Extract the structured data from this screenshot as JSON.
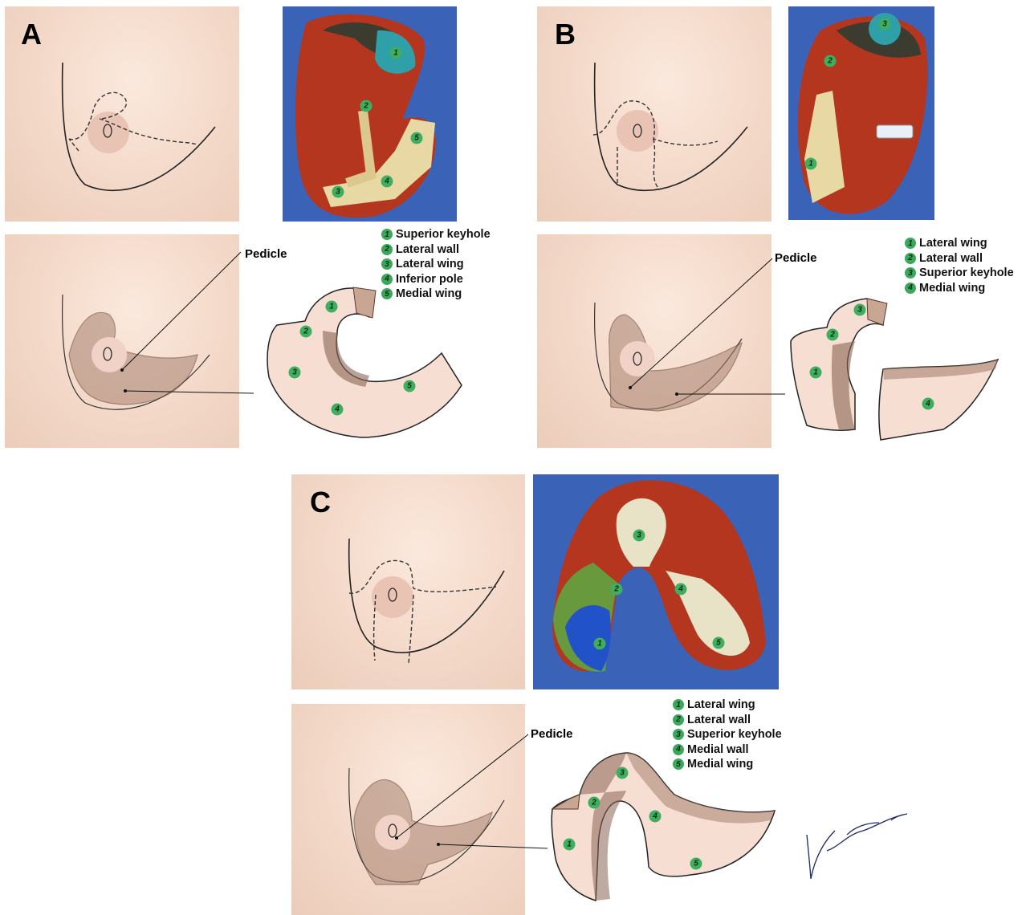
{
  "panels": {
    "a": {
      "letter": "A",
      "pedicle_label": "Pedicle",
      "legend": [
        {
          "n": "1",
          "label": "Superior keyhole"
        },
        {
          "n": "2",
          "label": "Lateral wall"
        },
        {
          "n": "3",
          "label": "Lateral wing"
        },
        {
          "n": "4",
          "label": "Inferior pole"
        },
        {
          "n": "5",
          "label": "Medial wing"
        }
      ]
    },
    "b": {
      "letter": "B",
      "pedicle_label": "Pedicle",
      "legend": [
        {
          "n": "1",
          "label": "Lateral wing"
        },
        {
          "n": "2",
          "label": "Lateral wall"
        },
        {
          "n": "3",
          "label": "Superior keyhole"
        },
        {
          "n": "4",
          "label": "Medial wing"
        }
      ]
    },
    "c": {
      "letter": "C",
      "pedicle_label": "Pedicle",
      "legend": [
        {
          "n": "1",
          "label": "Lateral wing"
        },
        {
          "n": "2",
          "label": "Lateral wall"
        },
        {
          "n": "3",
          "label": "Superior keyhole"
        },
        {
          "n": "4",
          "label": "Medial wall"
        },
        {
          "n": "5",
          "label": "Medial wing"
        }
      ]
    }
  },
  "markers": {
    "a_photo": [
      "1",
      "2",
      "3",
      "4",
      "5"
    ],
    "a_diagram": [
      "1",
      "2",
      "3",
      "4",
      "5"
    ],
    "b_photo": [
      "1",
      "2",
      "3"
    ],
    "b_diagram": [
      "1",
      "2",
      "3",
      "4"
    ],
    "c_photo": [
      "1",
      "2",
      "3",
      "4",
      "5"
    ],
    "c_diagram": [
      "1",
      "2",
      "3",
      "4",
      "5"
    ]
  },
  "signature": "Vinaas Liang, MD",
  "colors": {
    "marker_green": "#3fae5f",
    "skin": "#f3d8c8",
    "photo_background": "#3a63b8",
    "tissue_red": "#b4361e",
    "tissue_fat": "#e8d9a4",
    "flap_fill": "#f6ded3",
    "hatch_brown": "#6b4a3a"
  }
}
